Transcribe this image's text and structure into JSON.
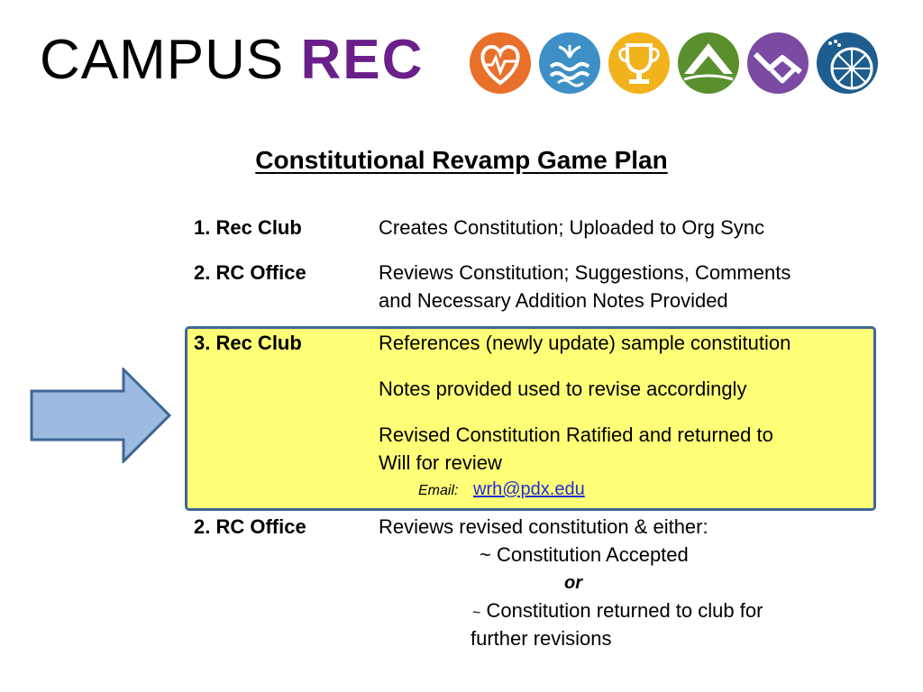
{
  "header": {
    "brand_main": "CAMPUS",
    "brand_accent": "REC",
    "icons": [
      "heart-pulse-icon",
      "water-waves-icon",
      "trophy-icon",
      "mountain-icon",
      "handshake-icon",
      "bicycle-wheel-icon"
    ],
    "icon_colors": [
      "#e8702a",
      "#3d8fc6",
      "#f2b21c",
      "#5a8f2e",
      "#7b4aa3",
      "#1e5d8f"
    ]
  },
  "title": "Constitutional Revamp Game Plan",
  "colors": {
    "highlight_fill": "#ffff77",
    "highlight_border": "#3f6696",
    "arrow_fill": "#9dbbe0",
    "arrow_border": "#3f6696",
    "link": "#1f2fd6",
    "brand_accent": "#6a1f8a"
  },
  "steps": {
    "s1": {
      "label": "1. Rec Club",
      "text": "Creates Constitution; Uploaded to Org Sync"
    },
    "s2": {
      "label": "2. RC Office",
      "line1": "Reviews Constitution; Suggestions, Comments",
      "line2": "and Necessary Addition Notes Provided"
    },
    "s3": {
      "label": "3. Rec Club",
      "line1": "References (newly update) sample constitution",
      "line2": "Notes provided used to revise accordingly",
      "line3": "Revised Constitution Ratified and returned to",
      "line4": "Will for review",
      "email_label": "Email:",
      "email": "wrh@pdx.edu"
    },
    "s4": {
      "label": "2. RC Office",
      "line1": "Reviews revised constitution & either:",
      "opt1": "~ Constitution Accepted",
      "or": "or",
      "opt2_tilde": "~",
      "opt2": "Constitution returned to club for",
      "opt2_cont": "further revisions"
    }
  }
}
